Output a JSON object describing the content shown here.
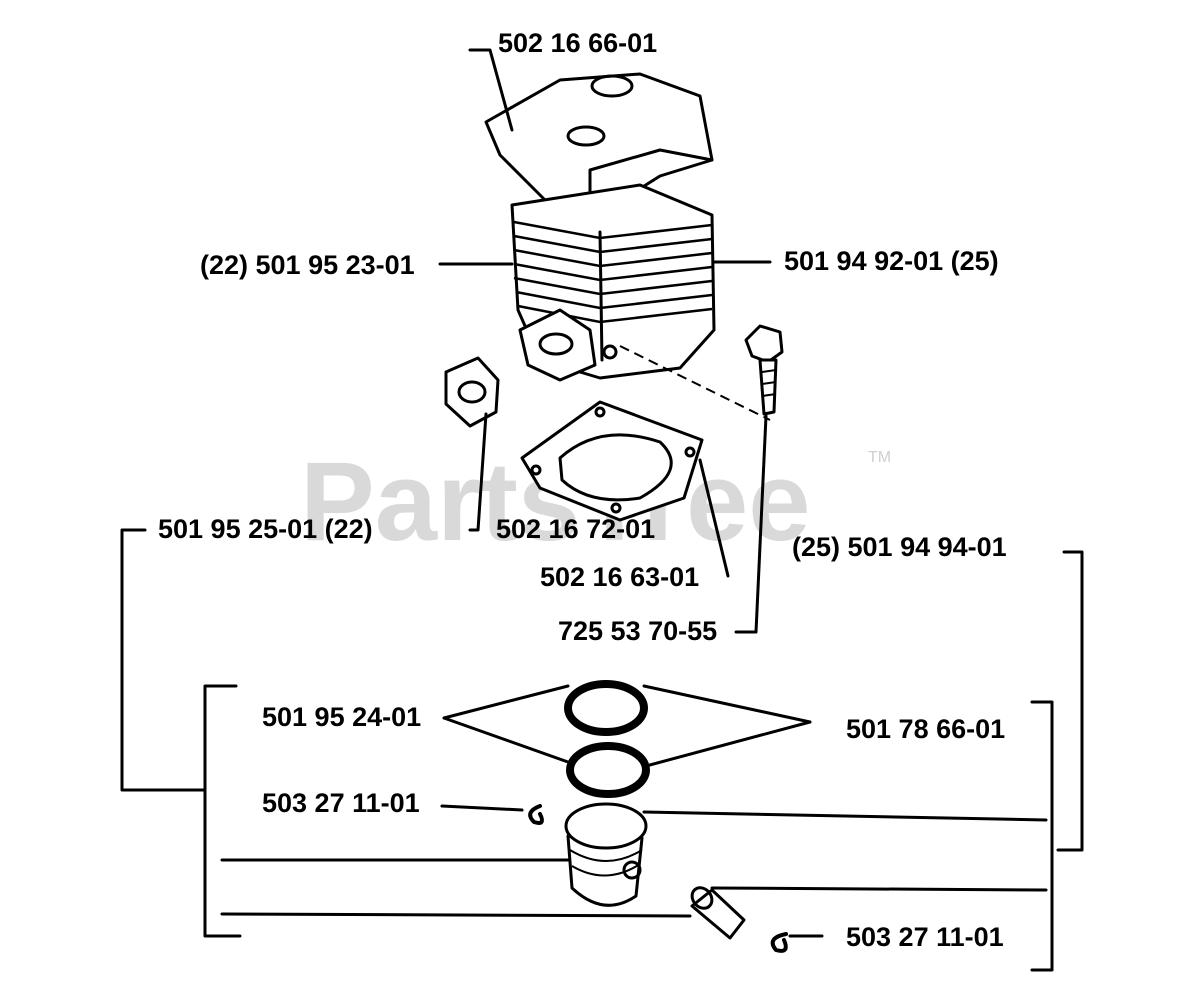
{
  "watermark": {
    "text": "PartsTree",
    "trademark": "TM"
  },
  "callouts": {
    "cylinder_cover": "502 16 66-01",
    "cylinder_left": "(22) 501 95 23-01",
    "cylinder_right": "501 94 92-01 (25)",
    "piston_kit_left": "501 95 25-01 (22)",
    "exhaust_gasket": "502 16 72-01",
    "cylinder_gasket": "502 16 63-01",
    "screw": "725 53 70-55",
    "piston_kit_right": "(25) 501 94 94-01",
    "ring_left": "501 95 24-01",
    "ring_right": "501 78 66-01",
    "circlip_top": "503 27 11-01",
    "circlip_bottom": "503 27 11-01"
  }
}
